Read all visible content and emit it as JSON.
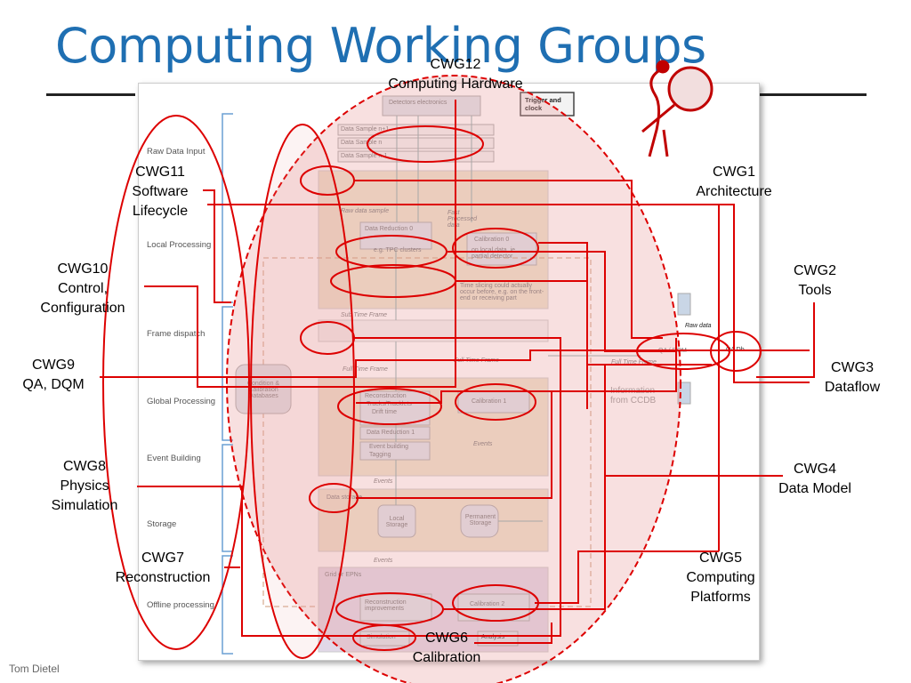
{
  "slide": {
    "title": "Computing Working Groups",
    "footer": "Tom Dietel"
  },
  "groups": {
    "cwg1": {
      "name": "CWG1",
      "topic": "Architecture"
    },
    "cwg2": {
      "name": "CWG2",
      "topic": "Tools"
    },
    "cwg3": {
      "name": "CWG3",
      "topic": "Dataflow"
    },
    "cwg4": {
      "name": "CWG4",
      "topic": "Data Model"
    },
    "cwg5": {
      "name": "CWG5",
      "topic1": "Computing",
      "topic2": "Platforms"
    },
    "cwg6": {
      "name": "CWG6",
      "topic": "Calibration"
    },
    "cwg7": {
      "name": "CWG7",
      "topic": "Reconstruction"
    },
    "cwg8": {
      "name": "CWG8",
      "topic1": "Physics",
      "topic2": "Simulation"
    },
    "cwg9": {
      "name": "CWG9",
      "topic": "QA, DQM"
    },
    "cwg10": {
      "name": "CWG10",
      "topic1": "Control,",
      "topic2": "Configuration"
    },
    "cwg11": {
      "name": "CWG11",
      "topic1": "Software",
      "topic2": "Lifecycle"
    },
    "cwg12": {
      "name": "CWG12",
      "topic": "Computing Hardware"
    }
  },
  "diagram": {
    "stages": [
      "Raw Data Input",
      "Local Processing",
      "Frame dispatch",
      "Global Processing",
      "Event Building",
      "Storage",
      "Offline processing"
    ],
    "boxes": {
      "detectors": "Detectors electronics",
      "trigger": "Trigger and clock",
      "ds1": "Data Sample n+1",
      "ds2": "Data Sample n",
      "ds3": "Data Sample n-1",
      "raw_sample": "Raw data sample",
      "fast_proc": "Fast Processed data",
      "dr0": "Data Reduction 0",
      "dr0_sub": "e.g. TPC clusters",
      "cal0": "Calibration 0",
      "cal0_sub": "on local data, ie. partial detector",
      "time_slicing": "Time slicing could actually occur before, e.g. on the front-end or receiving part",
      "sub_time_frame": "Sub Time Frame",
      "full_time_frame": "Full Time Frame",
      "full_time_frame2": "Full Time Frame",
      "full_time_frame3": "Full Time Frame",
      "cond_db": "Condition & Calibration Databases",
      "recon": "Reconstruction",
      "tracks": "Tracks/Tracklets",
      "drift": "Drift time",
      "cal1": "Calibration 1",
      "dr1": "Data Reduction 1",
      "event_building": "Event building",
      "tagging": "Tagging",
      "events1": "Events",
      "events2": "Events",
      "events3": "Events",
      "data_storage": "Data storage",
      "local_storage": "Local Storage",
      "perm_storage": "Permanent Storage",
      "grid": "Grid or EPNs",
      "recon_impr": "Reconstruction improvements",
      "cal2": "Calibration 2",
      "simulation": "Simulation",
      "analysis": "Analysis",
      "raw_data": "Raw data",
      "qa_db": "QA / DQM",
      "qa_db2": "QA Db",
      "info_ccdb": "Information from CCDB"
    }
  },
  "colors": {
    "title": "#1f6fb2",
    "annotation": "#e00000",
    "ellipse_fill": "#f4c2c2",
    "bracket": "#6a9fd4"
  }
}
